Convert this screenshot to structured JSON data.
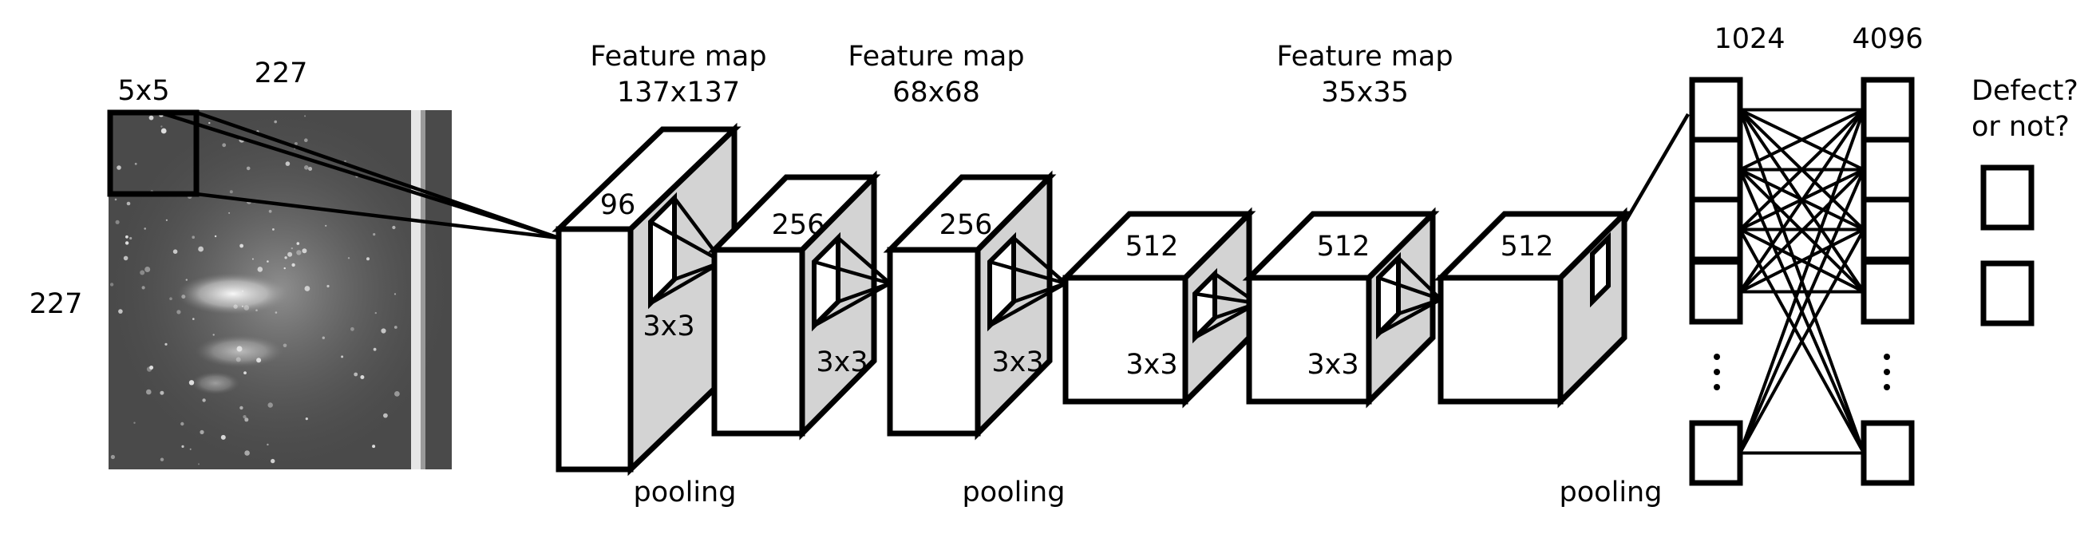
{
  "input": {
    "width_label": "227",
    "height_label": "227",
    "kernel_label": "5x5"
  },
  "feature_maps": [
    {
      "title": "Feature map",
      "size": "137x137"
    },
    {
      "title": "Feature map",
      "size": "68x68"
    },
    {
      "title": "Feature map",
      "size": "35x35"
    }
  ],
  "layers": [
    {
      "channels": "96",
      "kernel": "3x3"
    },
    {
      "channels": "256",
      "kernel": "3x3"
    },
    {
      "channels": "256",
      "kernel": "3x3"
    },
    {
      "channels": "512",
      "kernel": "3x3"
    },
    {
      "channels": "512",
      "kernel": "3x3"
    },
    {
      "channels": "512"
    }
  ],
  "pooling_labels": [
    "pooling",
    "pooling",
    "pooling"
  ],
  "fully_connected": [
    {
      "units": "1024"
    },
    {
      "units": "4096"
    }
  ],
  "output": {
    "question_line1": "Defect?",
    "question_line2": "or not?"
  },
  "colors": {
    "stroke": "#000000",
    "box_side": "#d3d3d3",
    "box_face": "#ffffff"
  }
}
